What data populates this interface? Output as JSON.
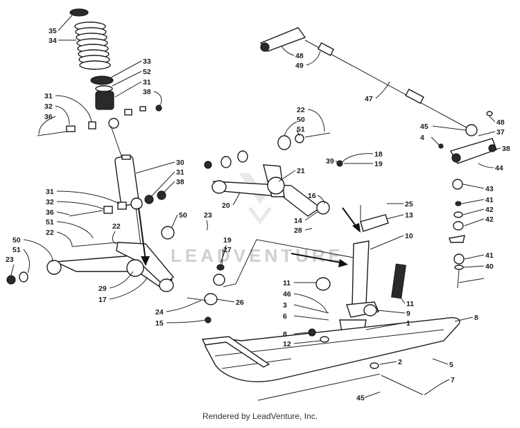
{
  "diagram": {
    "watermark": "LEADVENTURE",
    "credit": "Rendered by LeadVenture, Inc.",
    "callouts": [
      "35",
      "34",
      "33",
      "52",
      "31",
      "38",
      "31",
      "32",
      "36",
      "30",
      "31",
      "38",
      "31",
      "32",
      "36",
      "51",
      "22",
      "50",
      "51",
      "23",
      "50",
      "23",
      "22",
      "20",
      "22",
      "50",
      "51",
      "21",
      "39",
      "19",
      "18",
      "16",
      "14",
      "28",
      "25",
      "13",
      "10",
      "19",
      "27",
      "29",
      "17",
      "24",
      "26",
      "15",
      "11",
      "46",
      "3",
      "6",
      "8",
      "12",
      "11",
      "9",
      "1",
      "8",
      "2",
      "5",
      "7",
      "45",
      "48",
      "49",
      "47",
      "48",
      "45",
      "37",
      "4",
      "38",
      "44",
      "43",
      "41",
      "42",
      "42",
      "41",
      "40"
    ]
  }
}
